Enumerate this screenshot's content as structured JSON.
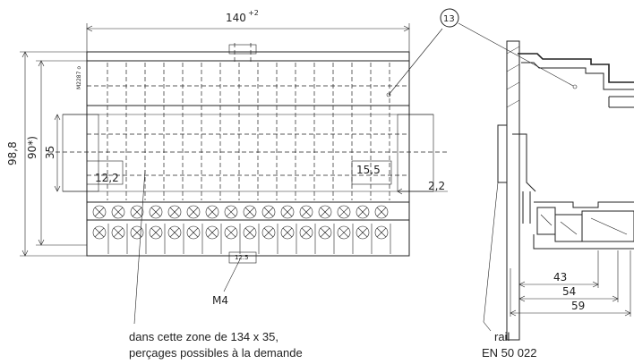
{
  "front_view": {
    "width_label": "140",
    "width_tolerance": "+2",
    "height_label": "98,8",
    "inner_height_label": "90*)",
    "rail_label": "35",
    "left_clearance_label": "12,2",
    "right_clearance_label": "15,5",
    "offset_label": "2,2",
    "part_number": "M2287 o",
    "screw_label": "M4",
    "terminal_count": 16,
    "zone_note_line1": "dans cette zone de  134 x 35,",
    "zone_note_line2": "perçages possibles à la demande"
  },
  "side_view": {
    "callout_number": "13",
    "dim_43": "43",
    "dim_54": "54",
    "dim_59": "59",
    "rail_line1": "rail",
    "rail_line2": "EN 50 022"
  }
}
